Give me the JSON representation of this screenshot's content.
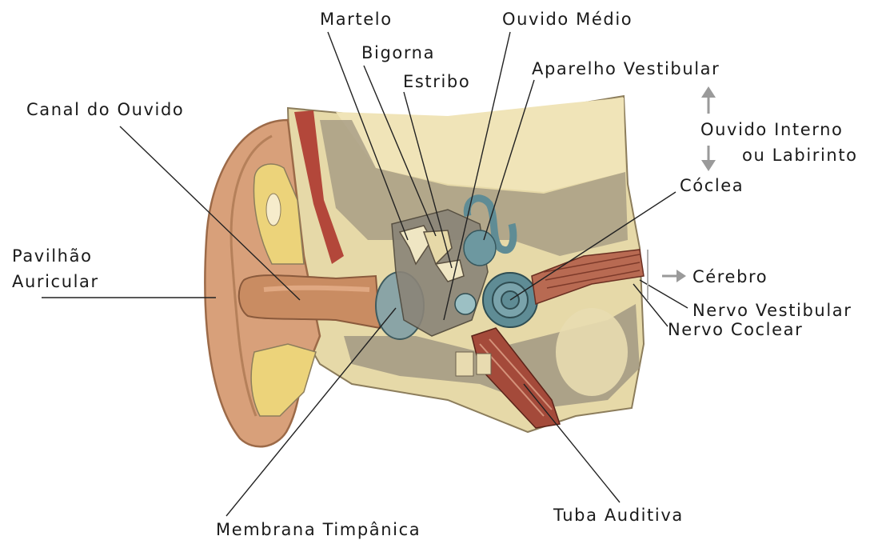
{
  "labels": {
    "martelo": "Martelo",
    "ouvido_medio": "Ouvido Médio",
    "bigorna": "Bigorna",
    "estribo": "Estribo",
    "aparelho_vestibular": "Aparelho Vestibular",
    "canal_do_ouvido": "Canal do Ouvido",
    "ouvido_interno": "Ouvido Interno",
    "ou_labirinto": "ou Labirinto",
    "coclea": "Cóclea",
    "pavilhao": "Pavilhão",
    "auricular": "Auricular",
    "cerebro": "Cérebro",
    "nervo_vestibular": "Nervo Vestibular",
    "nervo_coclear": "Nervo Coclear",
    "membrana_timpanica": "Membrana Timpânica",
    "tuba_auditiva": "Tuba Auditiva"
  },
  "colors": {
    "skin": "#d9a077",
    "skin_dark": "#b97a52",
    "bone": "#e9dcae",
    "bone_shade": "#a89a7c",
    "cartilage": "#ecd37a",
    "nerve": "#a44a3a",
    "cochlea": "#5f8c95",
    "arrow": "#9a9a9a",
    "line": "#222222"
  }
}
